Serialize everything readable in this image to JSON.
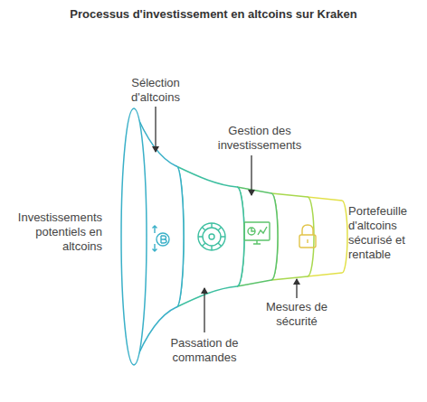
{
  "diagram": {
    "title": "Processus d'investissement en altcoins sur Kraken",
    "labels": [
      "Investissements potentiels en altcoins",
      "Sélection d'altcoins",
      "Passation de commandes",
      "Gestion des investissements",
      "Mesures de sécurité",
      "Portefeuille d'altcoins sécurisé et rentable"
    ]
  }
}
